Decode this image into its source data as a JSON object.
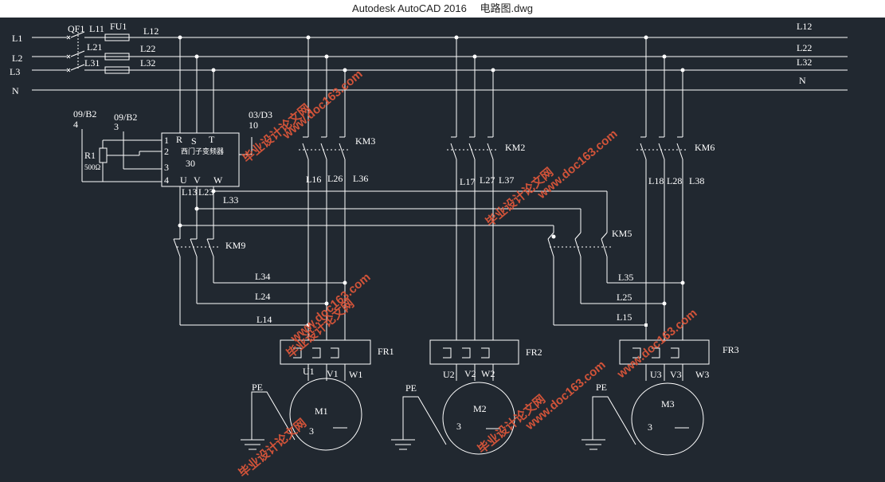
{
  "window": {
    "title": "Autodesk AutoCAD 2016　 电路图.dwg"
  },
  "colors": {
    "background": "#212830",
    "wire": "#ffffff",
    "watermark": "#e4583a"
  },
  "labels": {
    "L1": "L1",
    "L2": "L2",
    "L3": "L3",
    "N": "N",
    "QF1": "QF1",
    "FU1": "FU1",
    "L11": "L11",
    "L21": "L21",
    "L31": "L31",
    "L12": "L12",
    "L22": "L22",
    "L32": "L32",
    "L12r": "L12",
    "L22r": "L22",
    "L32r": "L32",
    "Nr": "N",
    "ref09B2a": "09/B2",
    "ref4": "4",
    "ref09B2b": "09/B2",
    "ref3": "3",
    "ref03D3": "03/D3",
    "ref10": "10",
    "R1": "R1",
    "R1val": "500Ω",
    "vfdR": "R",
    "vfdS": "S",
    "vfdT": "T",
    "vfd1": "1",
    "vfd2": "2",
    "vfd3": "3",
    "vfd4": "4",
    "vfdName": "西门子变频器",
    "vfd30": "30",
    "vfdU": "U",
    "vfdV": "V",
    "vfdW": "W",
    "L13": "L13",
    "L23": "L23",
    "L33": "L33",
    "KM3": "KM3",
    "KM2": "KM2",
    "KM6": "KM6",
    "KM9": "KM9",
    "KM5": "KM5",
    "L16": "L16",
    "L26": "L26",
    "L36": "L36",
    "L17": "L17",
    "L27": "L27",
    "L37": "L37",
    "L18": "L18",
    "L28": "L28",
    "L38": "L38",
    "L34": "L34",
    "L24": "L24",
    "L14": "L14",
    "L35": "L35",
    "L25": "L25",
    "L15": "L15",
    "FR1": "FR1",
    "FR2": "FR2",
    "FR3": "FR3",
    "U1": "U1",
    "V1": "V1",
    "W1": "W1",
    "U2": "U2",
    "V2": "V2",
    "W2": "W2",
    "U3": "U3",
    "V3": "V3",
    "W3": "W3",
    "PE1": "PE",
    "PE2": "PE",
    "PE3": "PE",
    "M1": "M1",
    "M2": "M2",
    "M3": "M3",
    "m3a": "3",
    "m3b": "3",
    "m3c": "3"
  },
  "watermarks": {
    "line1": "毕业设计论文网",
    "line2": "www.doc163.com"
  }
}
